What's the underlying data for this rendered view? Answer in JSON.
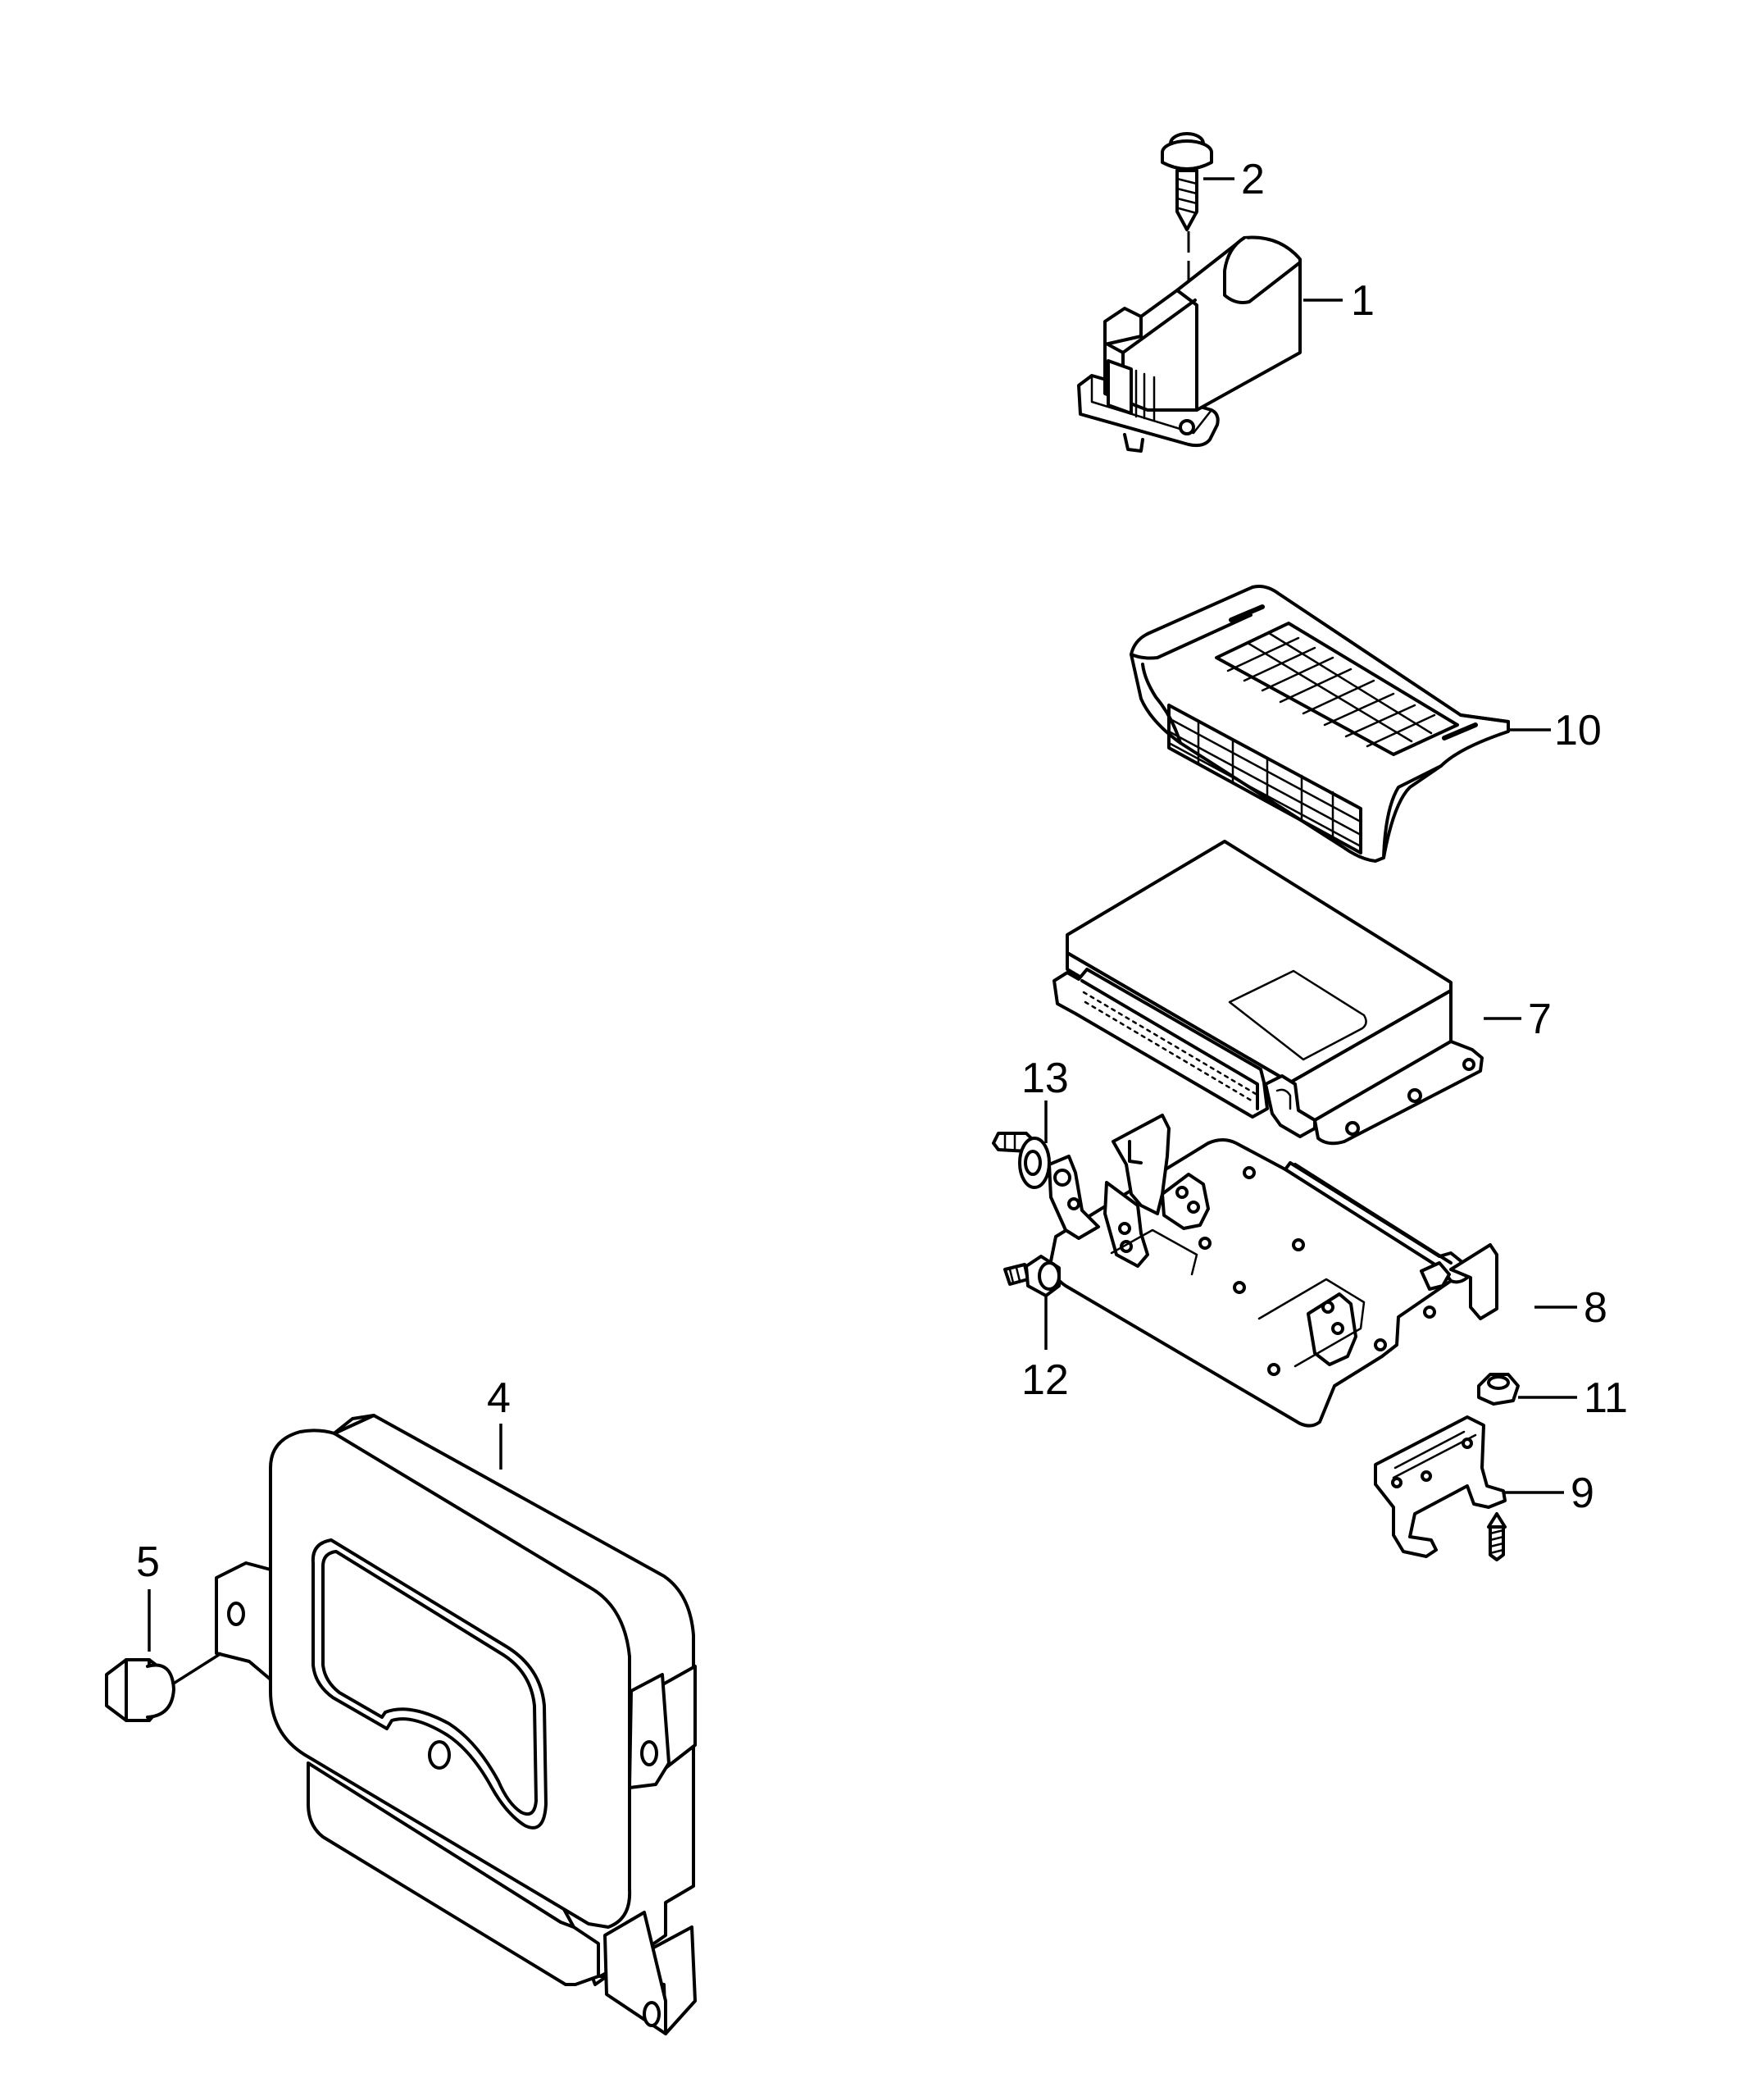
{
  "diagram": {
    "callouts": [
      {
        "id": "1",
        "label": "1"
      },
      {
        "id": "2",
        "label": "2"
      },
      {
        "id": "4",
        "label": "4"
      },
      {
        "id": "5",
        "label": "5"
      },
      {
        "id": "7",
        "label": "7"
      },
      {
        "id": "8",
        "label": "8"
      },
      {
        "id": "9",
        "label": "9"
      },
      {
        "id": "10",
        "label": "10"
      },
      {
        "id": "11",
        "label": "11"
      },
      {
        "id": "12",
        "label": "12"
      },
      {
        "id": "13",
        "label": "13"
      }
    ]
  }
}
